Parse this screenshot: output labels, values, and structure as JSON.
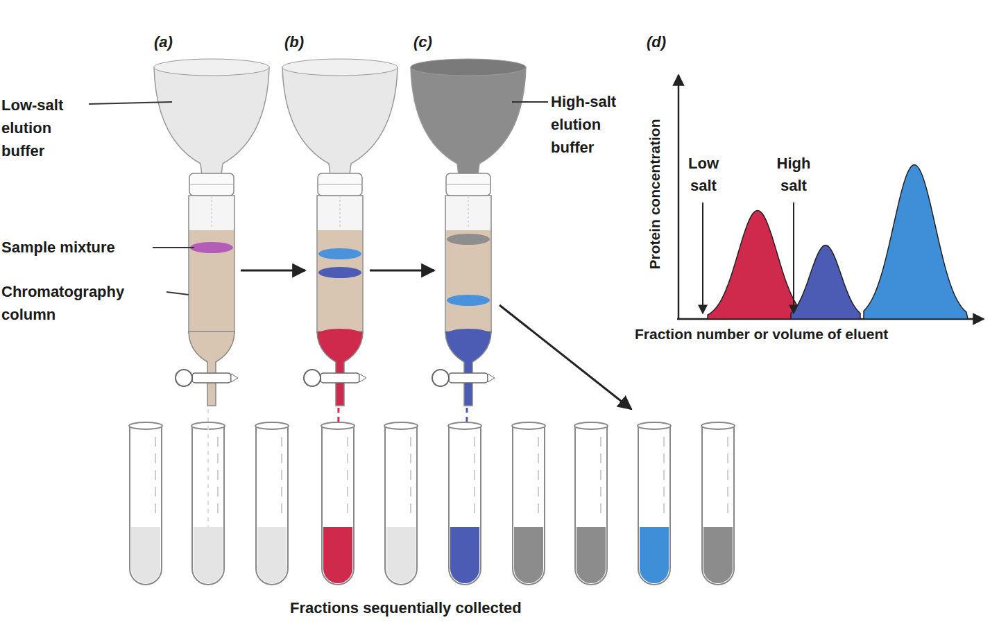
{
  "diagram": {
    "labels": [
      "(a)",
      "(b)",
      "(c)",
      "(d)",
      "Low-salt elution buffer",
      "High-salt elution buffer",
      "Sample mixture",
      "Chromatography column",
      "Protein concentration",
      "Low salt",
      "High salt",
      "Fraction number or volume of eluent",
      "Fractions sequentially collected"
    ]
  }
}
